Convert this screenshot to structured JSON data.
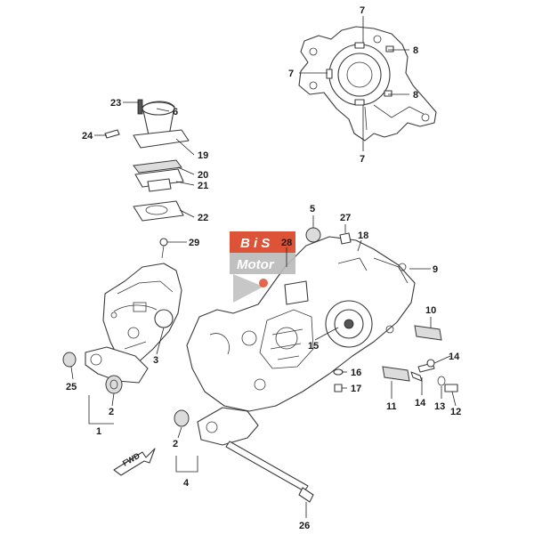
{
  "watermark": {
    "line1": "B i S",
    "line2": "Motor"
  },
  "direction_arrow": {
    "label": "FWD"
  },
  "callouts": [
    "7",
    "8",
    "7",
    "8",
    "7",
    "23",
    "6",
    "24",
    "19",
    "20",
    "21",
    "22",
    "5",
    "27",
    "28",
    "18",
    "29",
    "9",
    "3",
    "15",
    "10",
    "25",
    "2",
    "1",
    "16",
    "17",
    "11",
    "14",
    "14",
    "13",
    "12",
    "2",
    "4",
    "26"
  ],
  "colors": {
    "lines": "#3a3a3a",
    "watermark_red": "#e0401f",
    "watermark_grey": "#b9b9b9"
  }
}
